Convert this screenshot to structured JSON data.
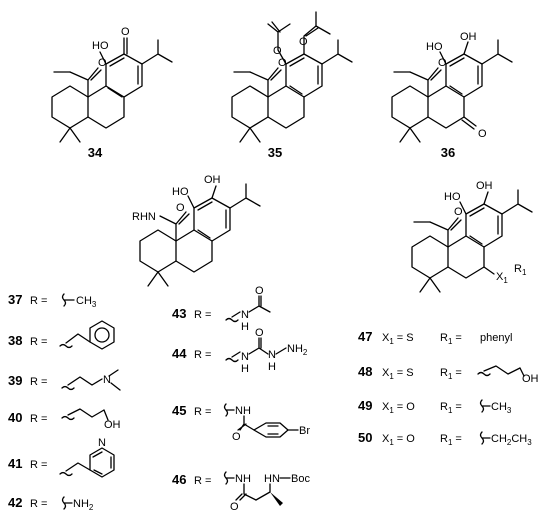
{
  "top_compounds": [
    {
      "number": "34",
      "groups": {
        "oh": "HO",
        "ester_o": "O",
        "ketone_o": "O"
      }
    },
    {
      "number": "35",
      "groups": {
        "ester_o": "O",
        "o1": "O",
        "o2": "O"
      }
    },
    {
      "number": "36",
      "groups": {
        "oh1": "HO",
        "oh2": "OH",
        "ester_o": "O",
        "ketone_o": "O"
      }
    }
  ],
  "scaffold_left": {
    "labels": [
      "HO",
      "OH",
      "O",
      "RHN"
    ]
  },
  "scaffold_right": {
    "labels": [
      "HO",
      "OH",
      "O",
      "X",
      "1",
      "R",
      "1"
    ]
  },
  "r_series": [
    {
      "number": "37",
      "eq": "R =",
      "group": "CH",
      "sub": "3"
    },
    {
      "number": "38",
      "eq": "R ="
    },
    {
      "number": "39",
      "eq": "R =",
      "group": "N"
    },
    {
      "number": "40",
      "eq": "R =",
      "group": "OH"
    },
    {
      "number": "41",
      "eq": "R =",
      "group": "N"
    },
    {
      "number": "42",
      "eq": "R =",
      "group": "NH",
      "sub": "2"
    },
    {
      "number": "43",
      "eq": "R =",
      "group": "O",
      "group2": "N",
      "group3": "H"
    },
    {
      "number": "44",
      "eq": "R =",
      "group": "O",
      "group2": "N",
      "group3": "H",
      "group4": "N",
      "group5": "H",
      "group6": "NH",
      "sub": "2"
    },
    {
      "number": "45",
      "eq": "R =",
      "group": "NH",
      "group2": "O",
      "group3": "Br"
    },
    {
      "number": "46",
      "eq": "R =",
      "group": "NH",
      "group2": "HN",
      "group3": "Boc",
      "group4": "O"
    }
  ],
  "x_series": [
    {
      "number": "47",
      "x": "X",
      "x_sub": "1",
      "x_eq": "= S",
      "r": "R",
      "r_sub": "1",
      "r_eq": "=",
      "value": "phenyl"
    },
    {
      "number": "48",
      "x": "X",
      "x_sub": "1",
      "x_eq": "= S",
      "r": "R",
      "r_sub": "1",
      "r_eq": "=",
      "value": "OH"
    },
    {
      "number": "49",
      "x": "X",
      "x_sub": "1",
      "x_eq": "= O",
      "r": "R",
      "r_sub": "1",
      "r_eq": "=",
      "value": "CH",
      "value_sub": "3"
    },
    {
      "number": "50",
      "x": "X",
      "x_sub": "1",
      "x_eq": "= O",
      "r": "R",
      "r_sub": "1",
      "r_eq": "=",
      "value": "CH",
      "value_sub": "2",
      "value2": "CH",
      "value2_sub": "3"
    }
  ]
}
